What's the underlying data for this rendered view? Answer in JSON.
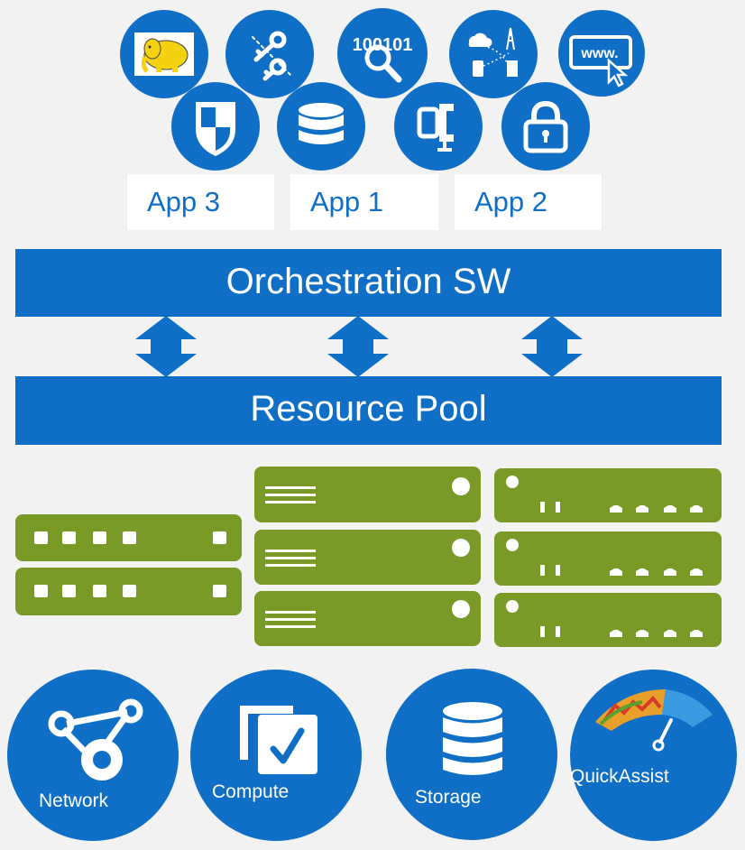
{
  "apps": {
    "labels": [
      "App 3",
      "App 1",
      "App 2"
    ]
  },
  "top_icons": [
    "hadoop-elephant-icon",
    "keys-icon",
    "binary-search-icon",
    "iot-network-icon",
    "www-cursor-icon",
    "shield-icon",
    "database-icon",
    "clamp-icon",
    "padlock-icon"
  ],
  "layers": {
    "orchestration": "Orchestration SW",
    "resource_pool": "Resource Pool"
  },
  "resources": {
    "network": "Network",
    "compute": "Compute",
    "storage": "Storage",
    "quickassist": "QuickAssist"
  },
  "colors": {
    "blue": "#0f6fc6",
    "green": "#7a9a28",
    "background": "#f2f2f2"
  }
}
